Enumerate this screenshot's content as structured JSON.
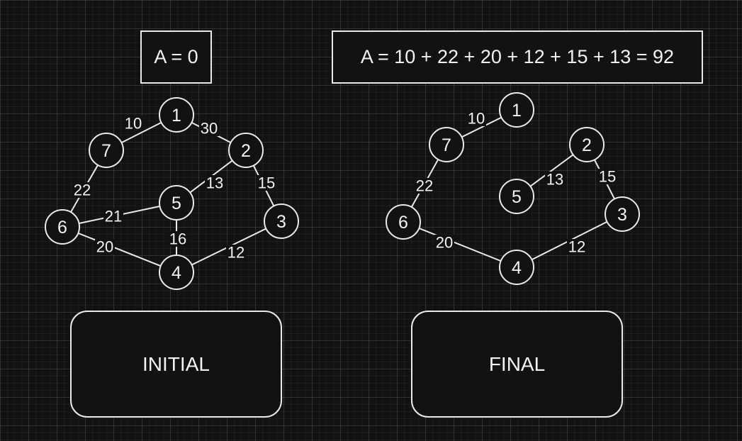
{
  "theme": {
    "background": "#121212",
    "stroke": "#eaeaea",
    "text": "#f2f2f2"
  },
  "left": {
    "formula": "A = 0",
    "caption": "INITIAL",
    "nodes": [
      "1",
      "2",
      "3",
      "4",
      "5",
      "6",
      "7"
    ],
    "edges": [
      {
        "from": "1",
        "to": "7",
        "weight": "10"
      },
      {
        "from": "1",
        "to": "2",
        "weight": "30"
      },
      {
        "from": "2",
        "to": "5",
        "weight": "13"
      },
      {
        "from": "2",
        "to": "3",
        "weight": "15"
      },
      {
        "from": "7",
        "to": "6",
        "weight": "22"
      },
      {
        "from": "6",
        "to": "5",
        "weight": "21"
      },
      {
        "from": "5",
        "to": "4",
        "weight": "16"
      },
      {
        "from": "6",
        "to": "4",
        "weight": "20"
      },
      {
        "from": "4",
        "to": "3",
        "weight": "12"
      }
    ]
  },
  "right": {
    "formula": "A = 10 + 22 + 20 + 12 + 15 + 13 = 92",
    "caption": "FINAL",
    "nodes": [
      "1",
      "2",
      "3",
      "4",
      "5",
      "6",
      "7"
    ],
    "edges": [
      {
        "from": "1",
        "to": "7",
        "weight": "10"
      },
      {
        "from": "7",
        "to": "6",
        "weight": "22"
      },
      {
        "from": "6",
        "to": "4",
        "weight": "20"
      },
      {
        "from": "4",
        "to": "3",
        "weight": "12"
      },
      {
        "from": "3",
        "to": "2",
        "weight": "15"
      },
      {
        "from": "2",
        "to": "5",
        "weight": "13"
      }
    ]
  }
}
